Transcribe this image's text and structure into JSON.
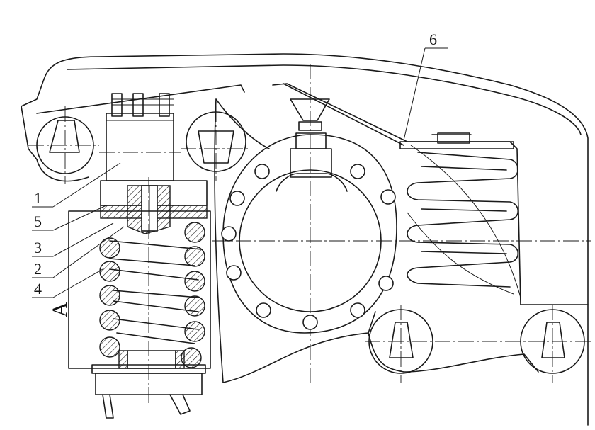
{
  "labels": {
    "l1": "1",
    "l5": "5",
    "l3": "3",
    "l2": "2",
    "l4": "4",
    "l6": "6",
    "view_a": "A"
  }
}
